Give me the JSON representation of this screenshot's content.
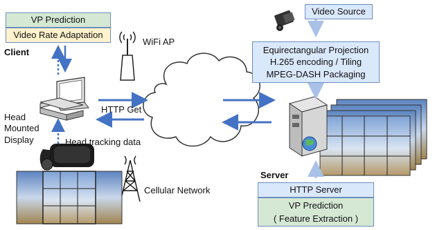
{
  "colors": {
    "green_fill": "#d5e8d4",
    "yellow_fill": "#fff2cc",
    "blue_fill": "#dae8fc",
    "box_border": "#6c8ebf",
    "arrow_dark": "#4472c4",
    "arrow_light": "#a9c1e6"
  },
  "client": {
    "title": "Client",
    "vp_prediction": "VP Prediction",
    "rate_adaptation": "Video Rate Adaptation",
    "hmd_label": "Head\nMounted\nDisplay",
    "head_tracking": "Head tracking data"
  },
  "network": {
    "wifi": "WiFi AP",
    "cellular": "Cellular Network",
    "http_get": "HTTP Get"
  },
  "server": {
    "title": "Server",
    "video_source": "Video Source",
    "projection": "Equirectangular Projection",
    "encoding": "H.265 encoding / Tiling",
    "packaging": "MPEG-DASH Packaging",
    "http_server": "HTTP Server",
    "vp_prediction": "VP Prediction",
    "feature_extraction": "( Feature Extraction )"
  },
  "icons": [
    "desktop-computer-icon",
    "vr-headset-icon",
    "wifi-router-icon",
    "cell-tower-icon",
    "video-camera-icon",
    "server-icon",
    "globe-icon",
    "cloud-icon"
  ]
}
